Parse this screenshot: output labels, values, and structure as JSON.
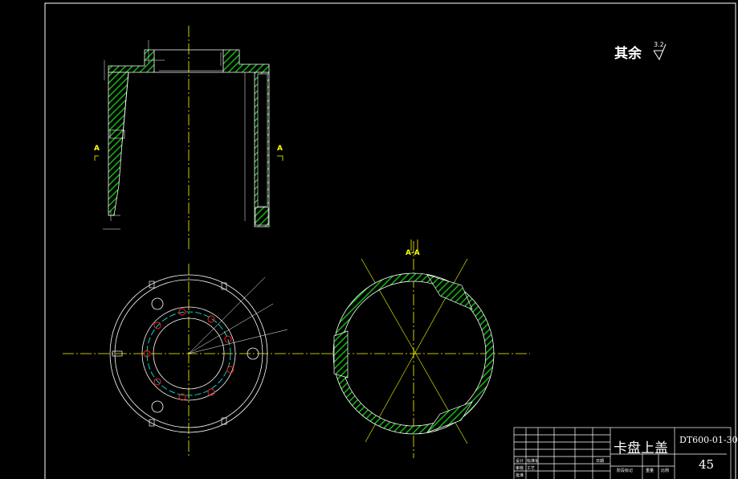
{
  "notes": {
    "rest_label": "其余",
    "roughness_value": "3.2"
  },
  "section_labels": {
    "left": "A",
    "right": "A",
    "view": "A-A"
  },
  "title_block": {
    "part_name": "卡盘上盖",
    "drawing_code": "DT600-01-30",
    "material": "45",
    "cells": [
      "设计",
      "标准化",
      "审核",
      "工艺",
      "批准",
      "日期",
      "阶段标记",
      "重量",
      "比例"
    ]
  },
  "colors": {
    "background": "#000000",
    "outline": "#ffffff",
    "centerline": "#ffff00",
    "hatch": "#00cc00",
    "holes": "#ff2020",
    "pitch_circle": "#00ffff"
  }
}
